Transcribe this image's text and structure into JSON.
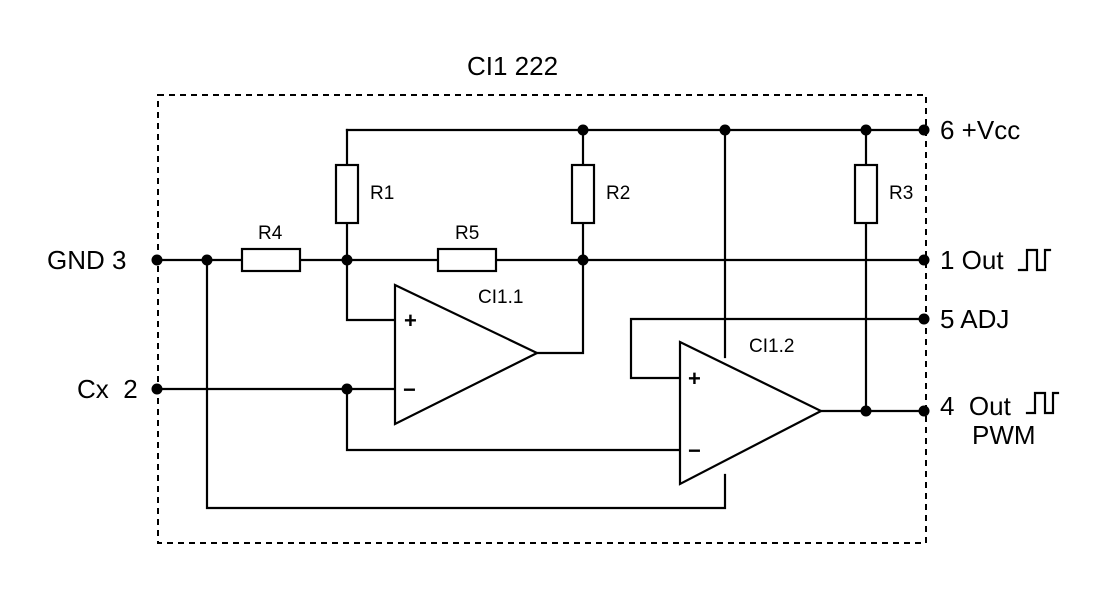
{
  "title": "CI1 222",
  "pins": {
    "gnd": "GND 3",
    "cx": "Cx  2",
    "vcc": "6 +Vcc",
    "out1": "1 Out",
    "adj": "5 ADJ",
    "out4": "4  Out",
    "pwm": "PWM"
  },
  "components": {
    "r1": "R1",
    "r2": "R2",
    "r3": "R3",
    "r4": "R4",
    "r5": "R5",
    "opamp1": "CI1.1",
    "opamp2": "CI1.2"
  },
  "opamp_signs": {
    "plus": "+",
    "minus": "−"
  },
  "colors": {
    "ink": "#000000",
    "background": "#ffffff"
  },
  "icons": [
    "pulse-wave-icon"
  ]
}
